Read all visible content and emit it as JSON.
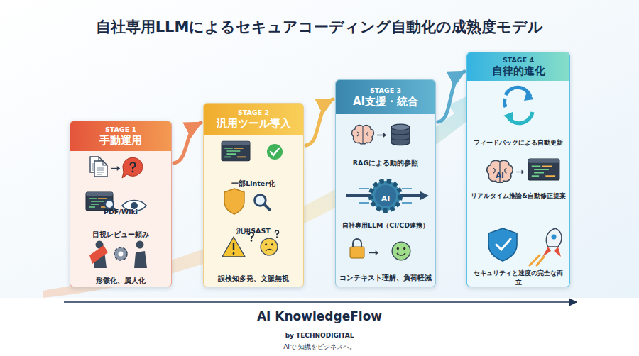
{
  "diagram": {
    "title": "自社専用LLMによるセキュアコーディング自動化の成熟度モデル",
    "nodes": [
      {
        "text": [
          "STAGE 1",
          "手動運用",
          "PDF/Wiki",
          "目視レビュー頼み",
          "形骸化、属人化"
        ]
      },
      {
        "text": [
          "STAGE 2",
          "汎用ツール導入",
          "一部Linter化",
          "汎用SAST",
          "誤検知多発、文脈無視"
        ]
      },
      {
        "text": [
          "STAGE 3",
          "AI支援・統合",
          "RAGによる動的参照",
          "自社専用LLM（CI/CD連携）",
          "コンテキスト理解、負荷軽減"
        ]
      },
      {
        "text": [
          "STAGE 4",
          "自律的進化",
          "フィードバックによる自動更新",
          "リアルタイム推論&自動修正提案",
          "セキュリティと速度の完全な両立"
        ]
      }
    ],
    "edges": [
      {
        "from": 0,
        "to": 1,
        "arrow": "to"
      },
      {
        "from": 1,
        "to": 2,
        "arrow": "to"
      },
      {
        "from": 2,
        "to": 3,
        "arrow": "to"
      }
    ],
    "labels": [
      "AI",
      "AI",
      "AI KnowledgeFlow",
      "by TECHNODIGITAL",
      "AIで 知識をビジネスへ。"
    ]
  }
}
